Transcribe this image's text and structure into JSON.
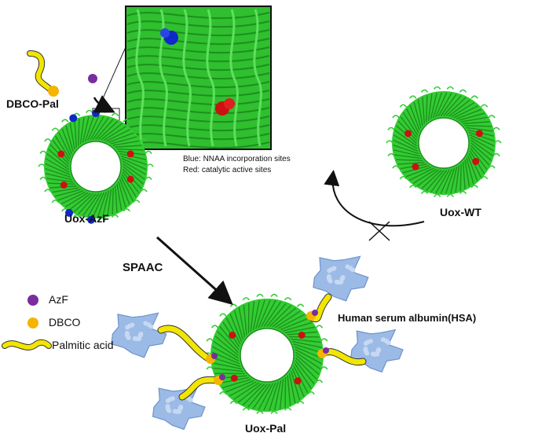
{
  "labels": {
    "dbco_pal": "DBCO-Pal",
    "uox_azf": "Uox-AzF",
    "uox_wt": "Uox-WT",
    "uox_pal": "Uox-Pal",
    "reaction": "SPAAC",
    "hsa": "Human serum albumin(HSA)"
  },
  "note": {
    "blue": "Blue: NNAA incorporation sites",
    "red": "Red: catalytic active sites"
  },
  "legend": {
    "azf": "AzF",
    "dbco": "DBCO",
    "palmitic": "Palmitic acid"
  },
  "colors": {
    "protein_green": "#33cc33",
    "protein_dark": "#1e8f1e",
    "azf_purple": "#7a2e9e",
    "dbco_orange": "#f5b400",
    "palmitic_yellow": "#f2e600",
    "hsa_blue": "#9bbbe6",
    "active_red": "#cc1111",
    "nnaa_blue": "#1028c8"
  },
  "icons": [
    "uricase-ring",
    "hsa-blob",
    "reaction-arrow",
    "blocked-cross"
  ]
}
